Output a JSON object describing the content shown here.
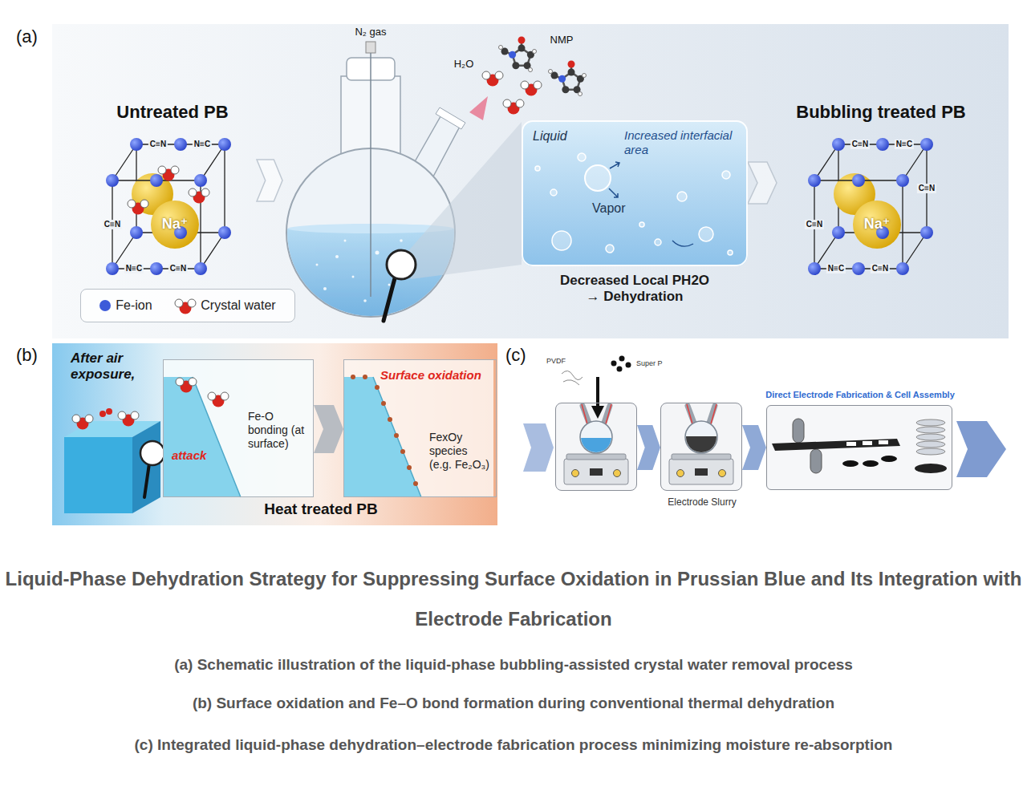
{
  "diagram": {
    "title": "Liquid-Phase Dehydration Strategy for Suppressing Surface Oxidation in Prussian Blue and Its Integration with Electrode Fabrication",
    "nodes": [
      {
        "text": [
          "(a)"
        ]
      },
      {
        "text": [
          "Untreated PB"
        ],
        "in": 0
      },
      {
        "text": [
          "N₂ gas"
        ],
        "in": 0
      },
      {
        "text": [
          "Liquid",
          "Increased interfacial area",
          "Vapor",
          "Decreased Local PH2O → Dehydration"
        ],
        "in": 0
      },
      {
        "text": [
          "Bubbling treated PB"
        ],
        "in": 0
      },
      {
        "text": [
          "(b)"
        ]
      },
      {
        "text": [
          "attack",
          "Fe-O bonding (at surface)"
        ],
        "in": 5
      },
      {
        "text": [
          "Surface oxidation",
          "FexOy species (e.g. Fe₂O₃)"
        ],
        "in": 5
      },
      {
        "text": [
          "(c)"
        ]
      },
      {
        "text": [
          "PVDF",
          "Super P"
        ],
        "in": 8
      },
      {
        "text": [
          "Electrode Slurry"
        ],
        "in": 8
      },
      {
        "text": [
          "Direct Electrode Fabrication & Cell Assembly"
        ],
        "in": 8
      }
    ],
    "edges": [
      {
        "from": 1,
        "to": 2,
        "arrow": "to"
      },
      {
        "from": 3,
        "to": 4,
        "arrow": "to"
      },
      {
        "from": 6,
        "to": 7,
        "arrow": "to"
      },
      {
        "from": 9,
        "to": 10,
        "arrow": "to"
      },
      {
        "from": 10,
        "to": 11,
        "arrow": "to"
      }
    ],
    "labels": [
      "H₂O",
      "NMP",
      "C≡N",
      "N≡C",
      "C≡N",
      "N≡C",
      "C≡N",
      "Na⁺",
      "C≡N",
      "N≡C",
      "C≡N",
      "N≡C",
      "C≡N",
      "C≡N",
      "Na⁺",
      "After air exposure,",
      "Heat treated PB",
      "(a) Schematic illustration of the liquid-phase bubbling-assisted crystal water removal process",
      "(b) Surface oxidation and Fe–O bond formation during conventional thermal dehydration",
      "(c) Integrated liquid-phase dehydration–electrode fabrication process minimizing moisture re-absorption"
    ],
    "legend": [
      {
        "text": "Fe-ion",
        "color": "#3d5bd9"
      },
      {
        "text": "Crystal water"
      }
    ]
  }
}
